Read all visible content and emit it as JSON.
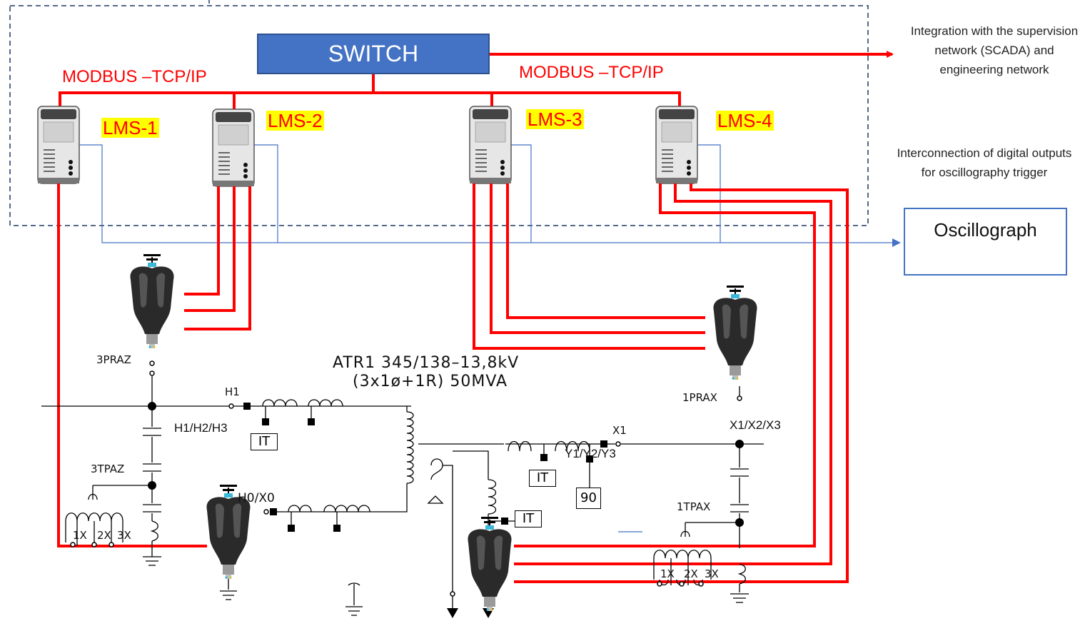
{
  "switch": {
    "label": "SWITCH"
  },
  "network": {
    "left_protocol": "MODBUS –TCP/IP",
    "right_protocol": "MODBUS –TCP/IP"
  },
  "lms_units": [
    {
      "label": "LMS-1"
    },
    {
      "label": "LMS-2"
    },
    {
      "label": "LMS-3"
    },
    {
      "label": "LMS-4"
    }
  ],
  "notes": {
    "scada": "Integration with the supervision network (SCADA) and engineering network",
    "digital_outputs": "Interconnection of digital outputs for oscillography trigger"
  },
  "oscillograph": {
    "label": "Oscillograph"
  },
  "transformer": {
    "title_line1": "ATR1  345/138–13,8kV",
    "title_line2": "(3x1ø+1R)  50MVA"
  },
  "labels": {
    "praz3": "3PRAZ",
    "tpaz3": "3TPAZ",
    "prax1": "1PRAX",
    "tpax1": "1TPAX",
    "h1": "H1",
    "h1h2h3": "H1/H2/H3",
    "h0x0": "H0/X0",
    "x1": "X1",
    "x1x2x3": "X1/X2/X3",
    "y1y2y3": "Y1/Y2/Y3",
    "it": "IT",
    "relay90": "90",
    "x_1": "1X",
    "x_2": "2X",
    "x_3": "3X"
  },
  "colors": {
    "signal_red": "#ff0000",
    "trigger_blue": "#4472c4",
    "switch_fill": "#4472c4",
    "lms_highlight": "#ffff00"
  }
}
